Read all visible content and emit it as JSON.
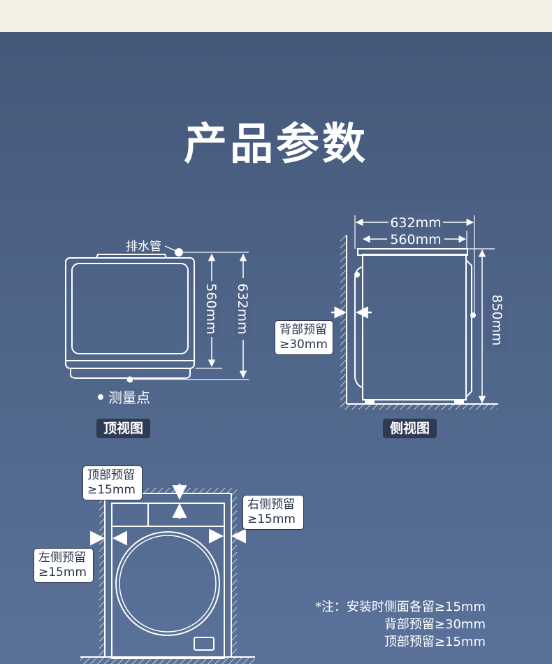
{
  "title": "产品参数",
  "top_view": {
    "drain_label": "排水管",
    "depth_body": "560mm",
    "depth_total": "632mm",
    "measure_point": "测量点",
    "view_tag": "顶视图"
  },
  "side_view": {
    "width_total": "632mm",
    "width_body": "560mm",
    "height": "850mm",
    "back_clearance_line1": "背部预留",
    "back_clearance_line2": "≥30mm",
    "view_tag": "侧视图"
  },
  "front_view": {
    "top_clearance_line1": "顶部预留",
    "top_clearance_line2": "≥15mm",
    "right_clearance_line1": "右侧预留",
    "right_clearance_line2": "≥15mm",
    "left_clearance_line1": "左侧预留",
    "left_clearance_line2": "≥15mm"
  },
  "notes": [
    "*注：安装时侧面各留≥15mm",
    "背部预留≥30mm",
    "顶部预留≥15mm"
  ],
  "colors": {
    "background_top": "#45587a",
    "background_bottom": "#5a7199",
    "top_band": "#f4f0e6",
    "tag_bg": "#2f3a54",
    "line": "#ffffff"
  }
}
